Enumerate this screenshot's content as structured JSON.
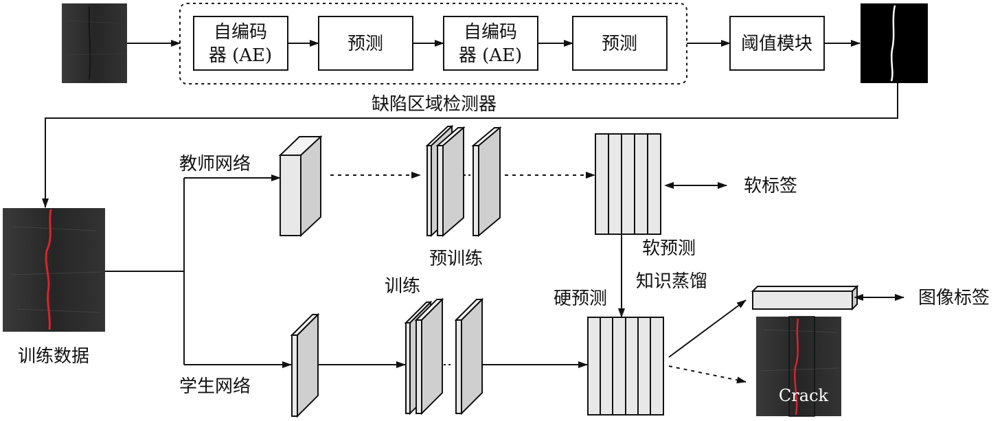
{
  "colors": {
    "line": "#111111",
    "layer_front": "#e8e8e8",
    "layer_side": "#cfcfcf",
    "layer_top": "#f4f4f4",
    "crack_red": "#d9242b",
    "crack_white": "#ffffff",
    "photo_dark": "#2b2b2b",
    "mask_black": "#000000"
  },
  "detector": {
    "group_label": "缺陷区域检测器",
    "ae1_line1": "自编码",
    "ae1_line2": "器 (AE)",
    "predict1": "预测",
    "ae2_line1": "自编码",
    "ae2_line2": "器 (AE)",
    "predict2": "预测",
    "threshold": "阈值模块"
  },
  "training": {
    "data_label": "训练数据",
    "teacher_label": "教师网络",
    "student_label": "学生网络",
    "pretrain_label": "预训练",
    "train_label": "训练",
    "soft_label": "软标签",
    "soft_predict": "软预测",
    "distill": "知识蒸馏",
    "hard_predict": "硬预测",
    "image_label": "图像标签",
    "crack_text": "Crack"
  },
  "icons": {
    "arrow": "arrow-icon",
    "double_arrow": "double-arrow-icon"
  }
}
